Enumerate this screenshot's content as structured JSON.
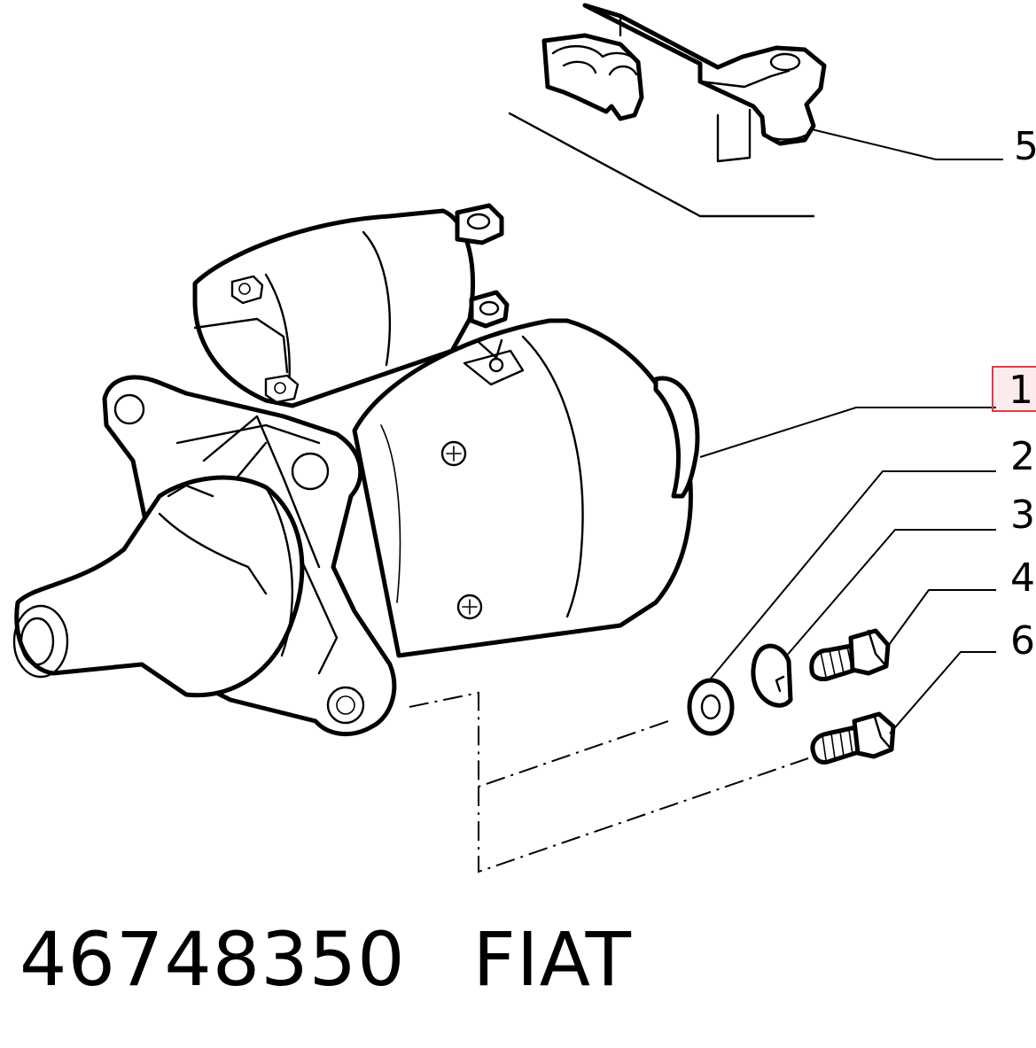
{
  "callouts": {
    "c1": "1",
    "c2": "2",
    "c3": "3",
    "c4": "4",
    "c5": "5",
    "c6": "6"
  },
  "highlight_color": "#e53946",
  "caption": {
    "part_number": "46748350",
    "brand": "FIAT"
  }
}
